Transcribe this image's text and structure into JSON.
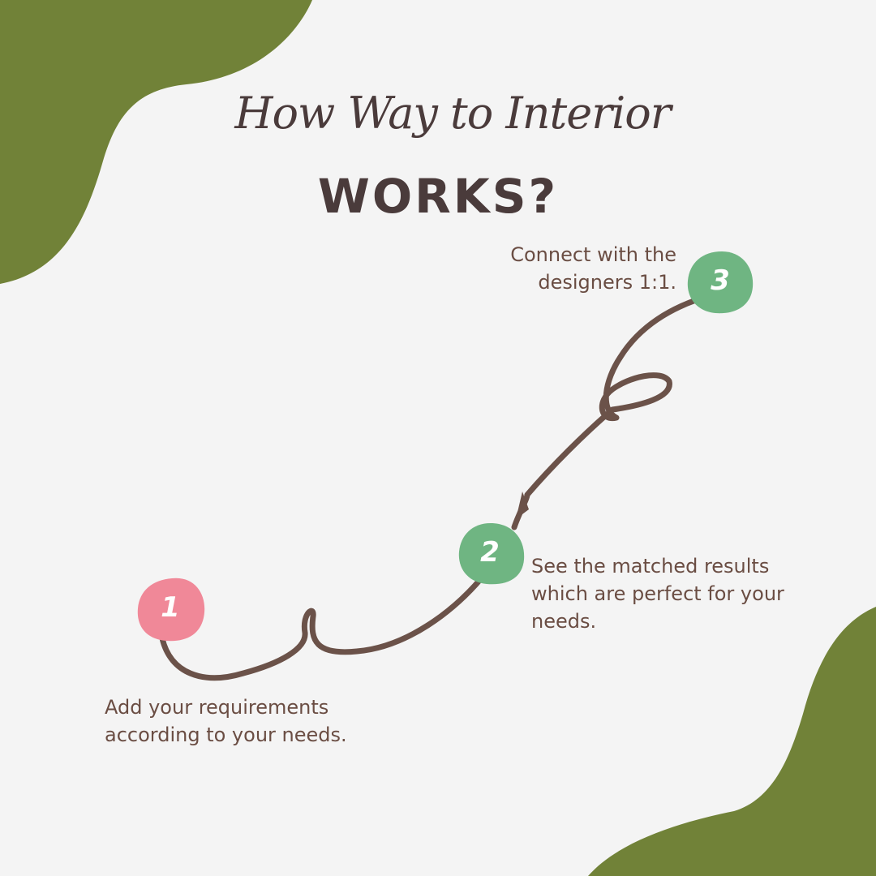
{
  "heading": {
    "line1": "How Way to Interior",
    "line2": "WORKS?"
  },
  "steps": [
    {
      "number": "1",
      "lines": [
        "Add your requirements",
        "according to your needs."
      ],
      "color": "#f08898"
    },
    {
      "number": "2",
      "lines": [
        "See the matched results",
        "which are perfect for your",
        "needs."
      ],
      "color": "#6fb582"
    },
    {
      "number": "3",
      "lines": [
        "Connect with the",
        "designers 1:1."
      ],
      "color": "#6fb582"
    }
  ],
  "colors": {
    "background": "#f4f4f4",
    "blob": "#718238",
    "path": "#6b5249",
    "text": "#6a4d43",
    "heading": "#4a3b3b"
  }
}
